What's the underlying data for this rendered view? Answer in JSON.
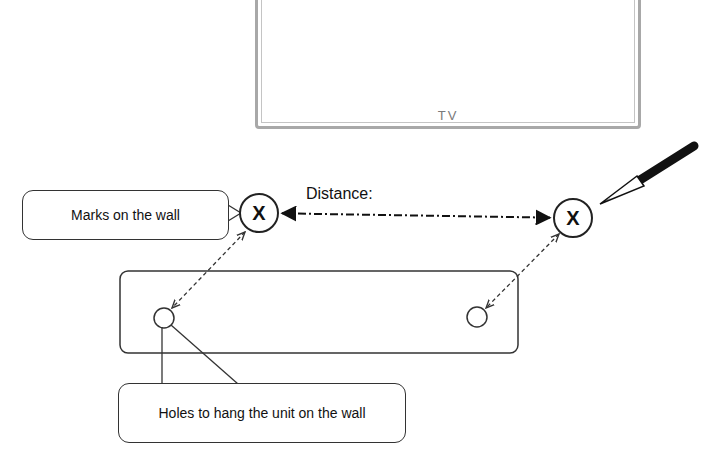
{
  "diagram": {
    "nodes": [
      {
        "text": [
          "TV"
        ]
      },
      {
        "text": [
          "Marks on the wall"
        ]
      },
      {
        "text": [
          "X"
        ]
      },
      {
        "text": [
          "X"
        ]
      },
      {
        "text": [
          "Holes to hang the unit on the wall"
        ]
      }
    ],
    "edges": [
      {
        "from": 2,
        "to": 3,
        "arrow": "both",
        "label": "Distance:"
      }
    ]
  }
}
